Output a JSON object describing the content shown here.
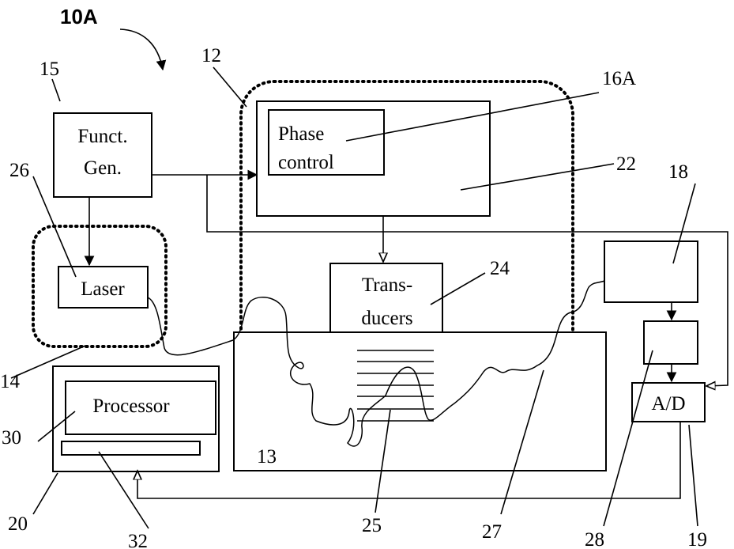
{
  "title": "10A",
  "blocks": {
    "funct_gen": [
      "Funct.",
      "Gen."
    ],
    "phase_control": [
      "Phase",
      "control"
    ],
    "transducers": [
      "Trans-",
      "ducers"
    ],
    "laser": "Laser",
    "processor": "Processor",
    "ad": "A/D"
  },
  "refs": {
    "r10a": "10A",
    "r12": "12",
    "r13": "13",
    "r14": "14",
    "r15": "15",
    "r16a": "16A",
    "r18": "18",
    "r19": "19",
    "r20": "20",
    "r22": "22",
    "r24": "24",
    "r25": "25",
    "r26": "26",
    "r27": "27",
    "r28": "28",
    "r30": "30",
    "r32": "32"
  }
}
